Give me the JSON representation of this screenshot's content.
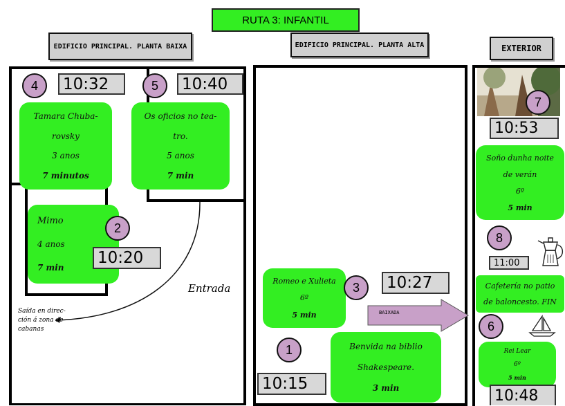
{
  "title": "RUTA 3:  INFANTIL",
  "headers": {
    "ground_floor": "EDIFICIO PRINCIPAL. PLANTA BAIXA",
    "upper_floor": "EDIFICIO PRINCIPAL. PLANTA ALTA",
    "exterior": "EXTERIOR"
  },
  "stops": {
    "s1": {
      "number": "1",
      "time": "10:15",
      "lines": [
        "Benvida na biblio",
        "Shakespeare.",
        "3 min"
      ]
    },
    "s2": {
      "number": "2",
      "time": "10:20",
      "lines": [
        "Mimo",
        "4 anos",
        "7 min"
      ]
    },
    "s3": {
      "number": "3",
      "time": "10:27",
      "lines": [
        "Romeo e Xulieta",
        "6º",
        "5 min"
      ]
    },
    "s4": {
      "number": "4",
      "time": "10:32",
      "lines": [
        "Tamara Chuba-",
        "rovsky",
        "3 anos",
        "7 minutos"
      ]
    },
    "s5": {
      "number": "5",
      "time": "10:40",
      "lines": [
        "Os oficios no tea-",
        "tro.",
        "5 anos",
        "7 min"
      ]
    },
    "s6": {
      "number": "6",
      "time": "10:48",
      "lines": [
        "Rei Lear",
        "6º",
        "5 min"
      ]
    },
    "s7": {
      "number": "7",
      "time": "10:53",
      "lines": [
        "Soño dunha noite",
        "de verán",
        "6º",
        "5 min"
      ]
    },
    "s8": {
      "number": "8",
      "time": "11:00",
      "lines": [
        "Cafetería no patio",
        "de baloncesto. FIN"
      ]
    }
  },
  "labels": {
    "entrada": "Entrada",
    "saida": [
      "Saída en direc-",
      "ción á zona de",
      "cabanas"
    ],
    "baixada": "BAIXADA"
  },
  "icons": [
    "coffee-pot-icon",
    "sailboat-icon",
    "exterior-photo"
  ],
  "colors": {
    "card": "#33ee22",
    "circle": "#c8a0c8",
    "arrow": "#c8a0c8",
    "time_box": "#d8d8d8"
  }
}
